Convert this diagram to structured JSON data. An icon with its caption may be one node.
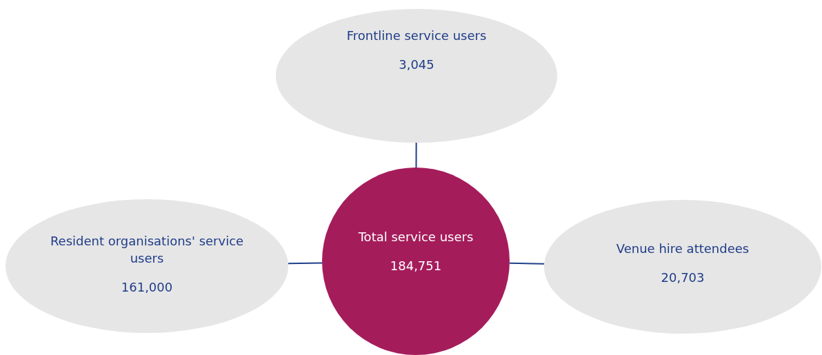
{
  "diagram": {
    "nodes": [
      {
        "text": [
          "Frontline service users",
          "3,045"
        ]
      },
      {
        "text": [
          "Resident organisations' service users",
          "161,000"
        ]
      },
      {
        "text": [
          "Total service users",
          "184,751"
        ]
      },
      {
        "text": [
          "Venue hire attendees",
          "20,703"
        ]
      }
    ],
    "edges": [
      {
        "from": 2,
        "to": 0,
        "arrow": "none"
      },
      {
        "from": 2,
        "to": 1,
        "arrow": "none"
      },
      {
        "from": 2,
        "to": 3,
        "arrow": "none"
      }
    ]
  }
}
